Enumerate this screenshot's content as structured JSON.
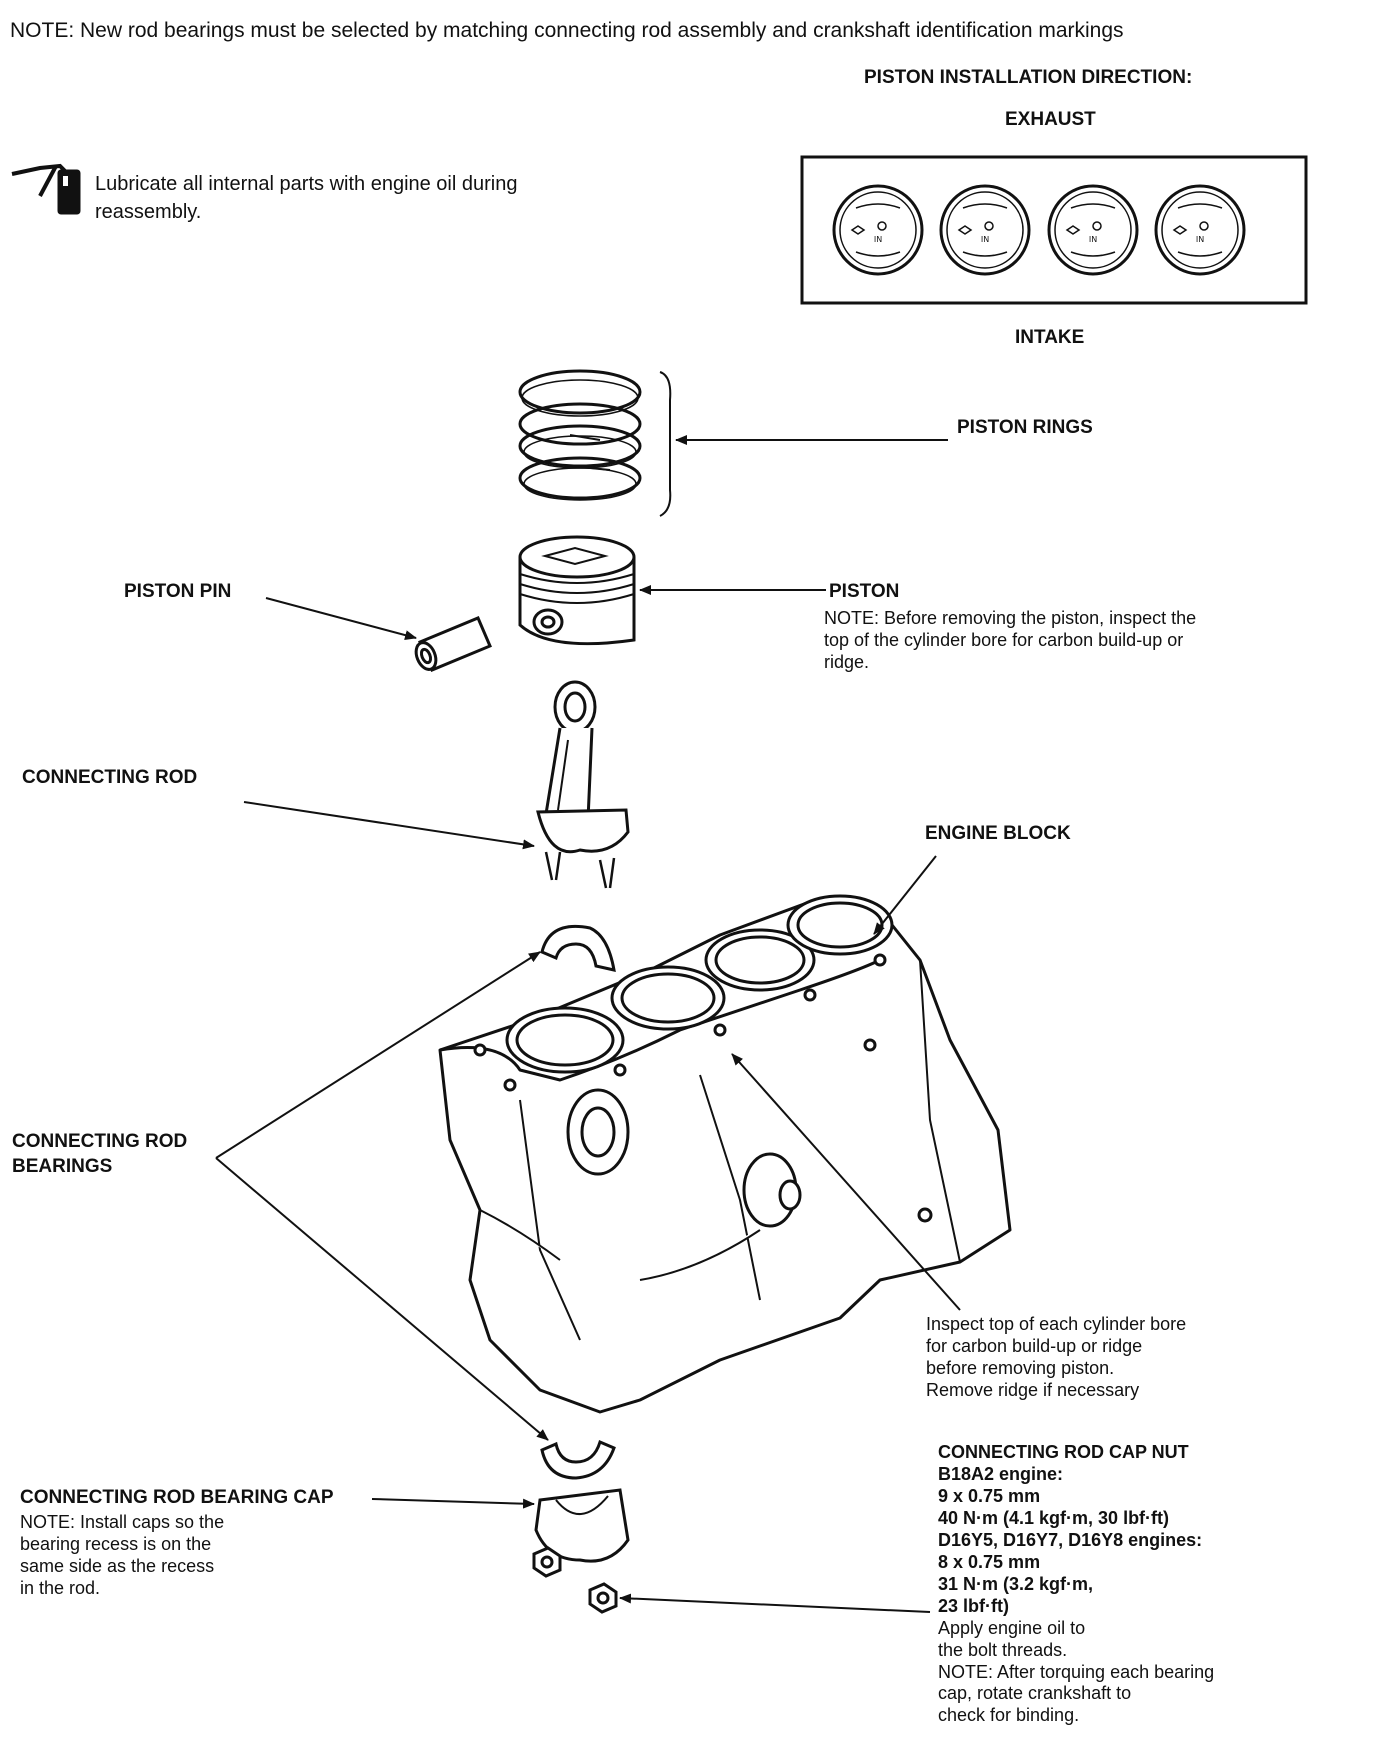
{
  "top_note": "NOTE:  New rod bearings must be selected by matching connecting rod assembly and crankshaft identification markings",
  "piston_direction": {
    "title": "PISTON INSTALLATION DIRECTION:",
    "exhaust": "EXHAUST",
    "intake": "INTAKE",
    "piston_mark": "IN"
  },
  "lubricate": {
    "line1": "Lubricate all internal parts with engine oil during",
    "line2": "reassembly."
  },
  "labels": {
    "piston_rings": "PISTON RINGS",
    "piston_pin": "PISTON PIN",
    "piston": "PISTON",
    "connecting_rod": "CONNECTING ROD",
    "engine_block": "ENGINE BLOCK",
    "rod_bearings_1": "CONNECTING ROD",
    "rod_bearings_2": "BEARINGS",
    "bearing_cap": "CONNECTING ROD BEARING CAP"
  },
  "piston_note": [
    "NOTE:  Before removing the piston, inspect the",
    "top of the cylinder bore for carbon build-up or",
    "ridge."
  ],
  "inspect_note": [
    "Inspect top of each cylinder bore",
    "for carbon build-up or ridge",
    "before removing piston.",
    "Remove ridge if necessary"
  ],
  "cap_note": [
    "NOTE:  Install caps so the",
    "bearing recess is on the",
    "same side as the recess",
    "in the rod."
  ],
  "cap_nut": {
    "title": "CONNECTING ROD CAP NUT",
    "bold_lines": [
      "B18A2 engine:",
      "9 x 0.75 mm",
      "40 N·m (4.1 kgf·m, 30 lbf·ft)",
      "D16Y5, D16Y7, D16Y8 engines:",
      "8 x 0.75 mm",
      "31 N·m (3.2 kgf·m,",
      "23 lbf·ft)"
    ],
    "lines": [
      "Apply engine oil to",
      "the bolt threads.",
      "NOTE:  After torquing each bearing",
      "cap, rotate crankshaft to",
      "check for binding."
    ]
  }
}
